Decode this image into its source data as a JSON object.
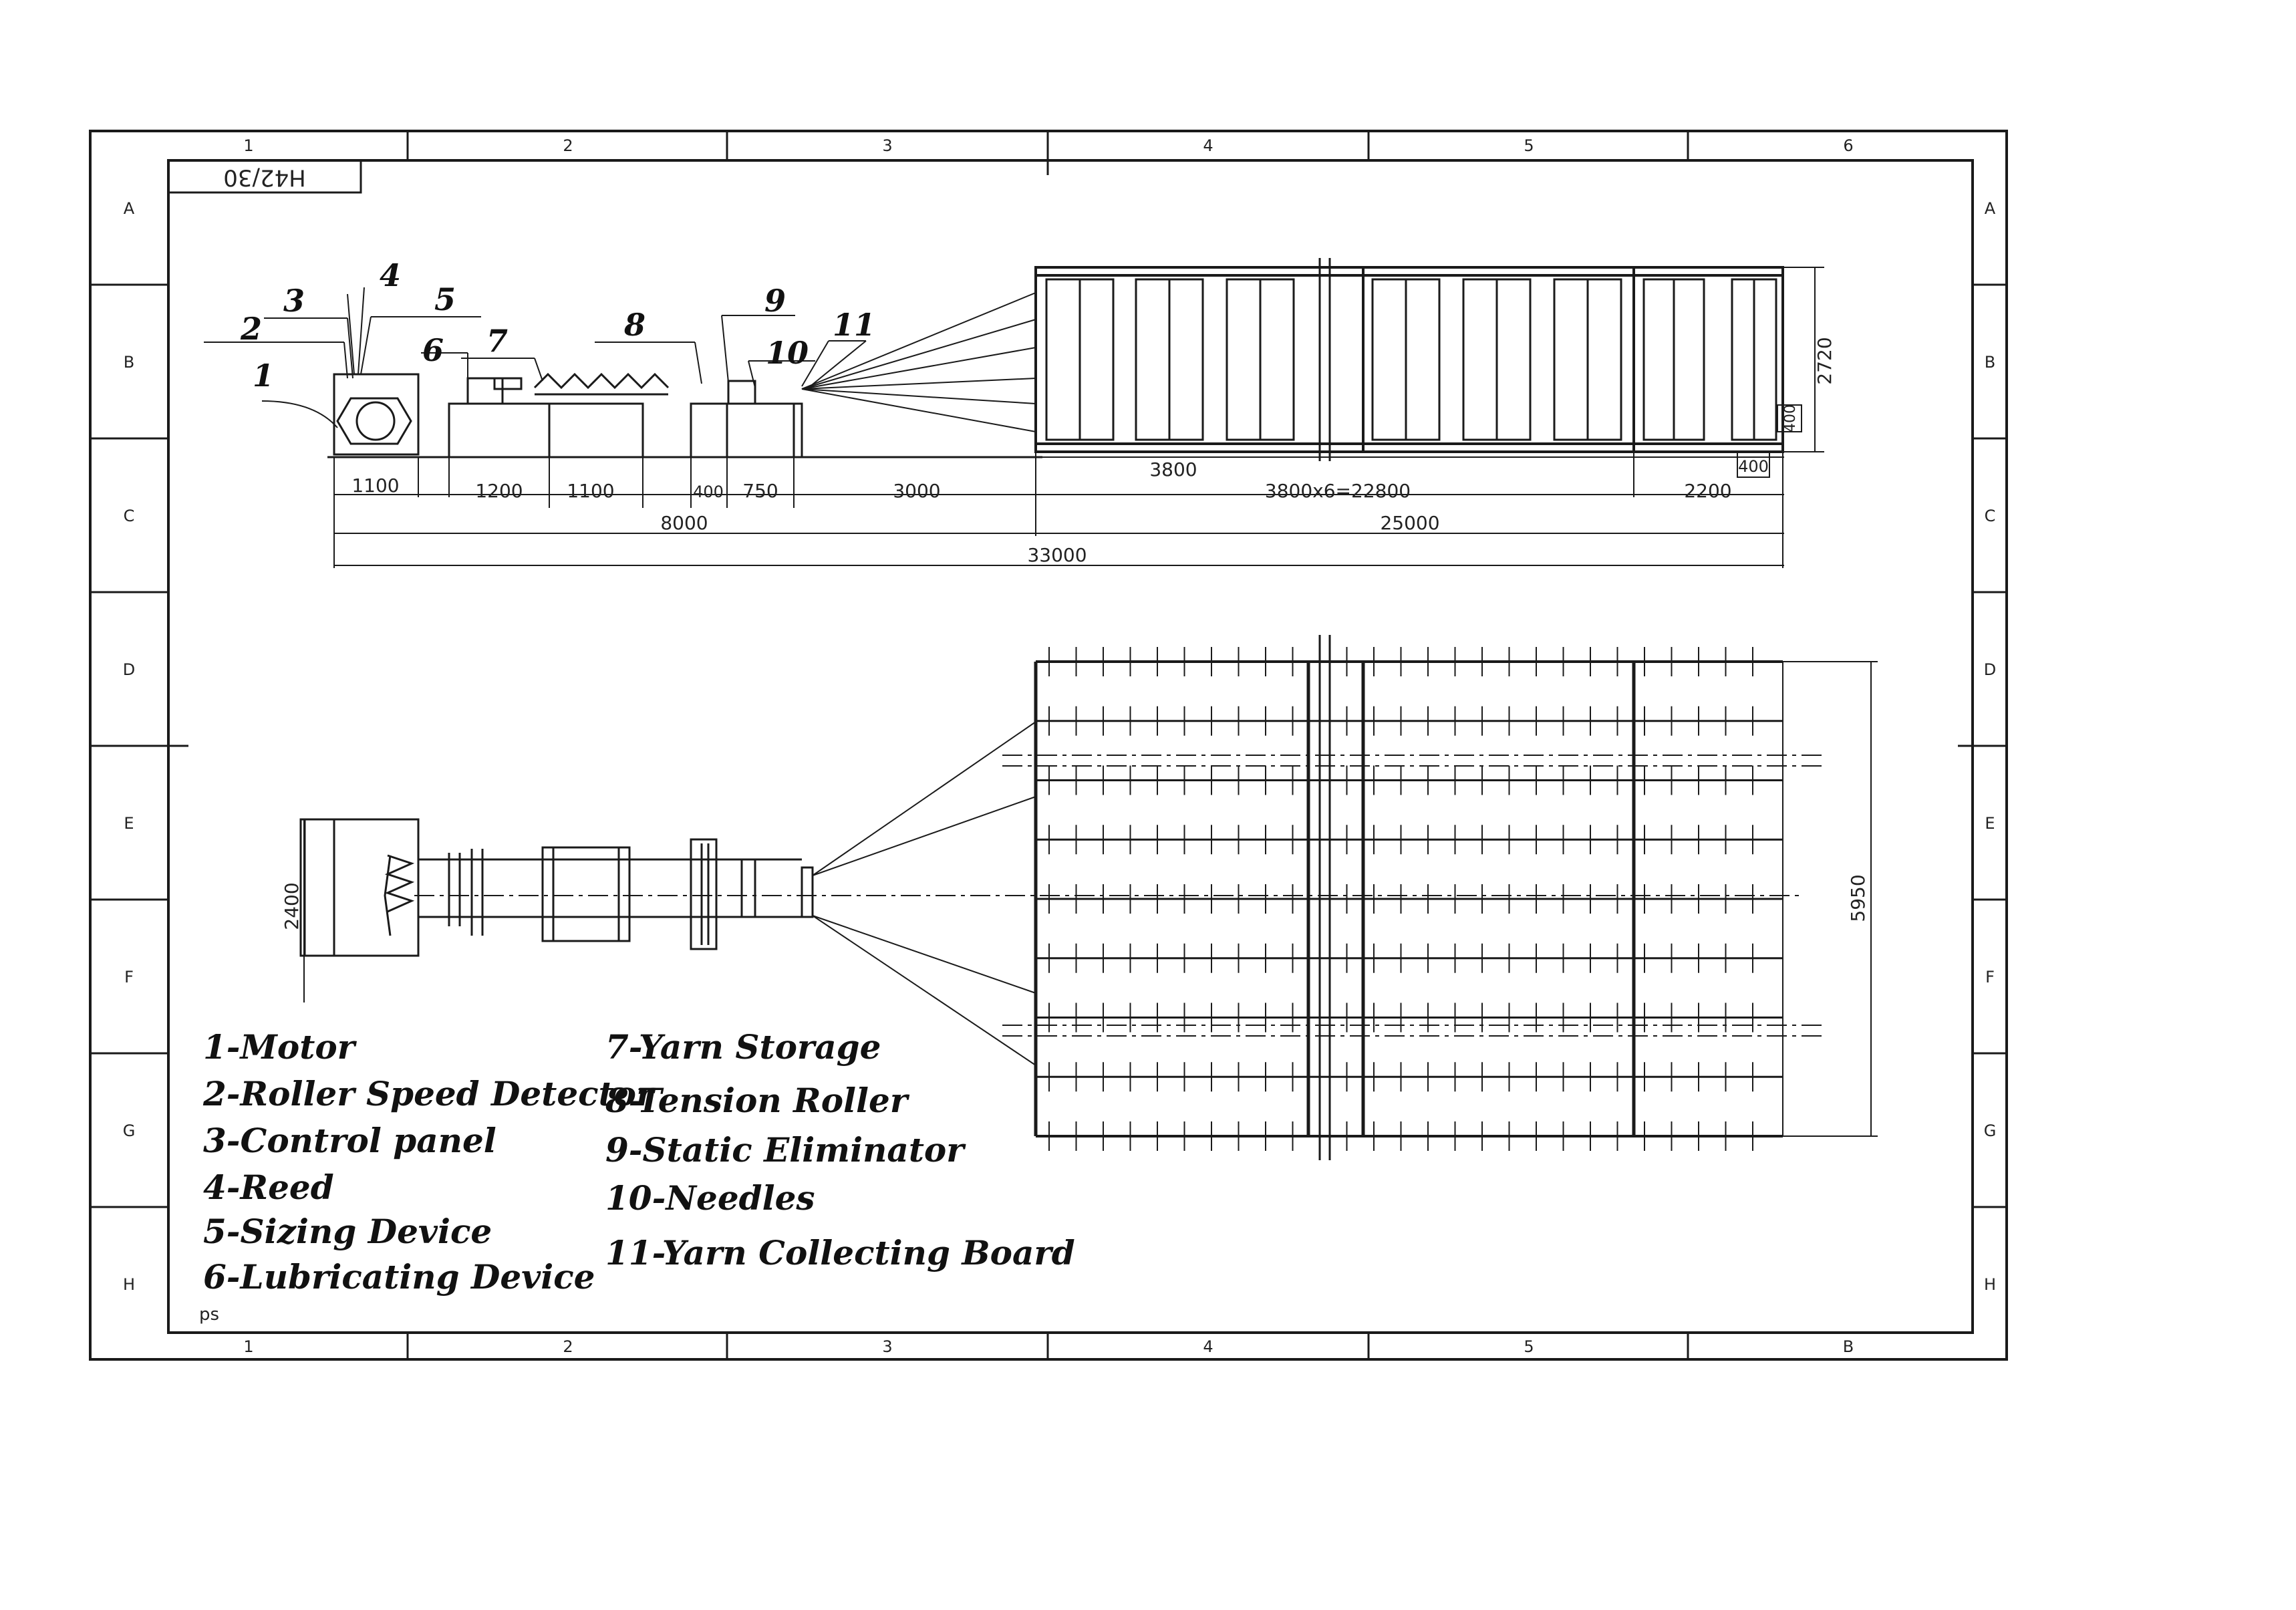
{
  "sheet": {
    "title_block": "H42/30",
    "column_labels": [
      "1",
      "2",
      "3",
      "4",
      "5",
      "6"
    ],
    "bottom_column_labels": [
      "1",
      "2",
      "3",
      "4",
      "5",
      "B"
    ],
    "row_labels": [
      "A",
      "B",
      "C",
      "D",
      "E",
      "F",
      "G",
      "H"
    ],
    "corner_mark": "ps"
  },
  "side_view": {
    "callouts": [
      "1",
      "2",
      "3",
      "4",
      "5",
      "6",
      "7",
      "8",
      "9",
      "10",
      "11"
    ],
    "dimensions": {
      "d1100a": "1100",
      "d1200": "1200",
      "d1100b": "1100",
      "d400a": "400",
      "d750": "750",
      "d3000": "3000",
      "d3800": "3800",
      "d3800x6": "3800x6=22800",
      "d2200": "2200",
      "d8000": "8000",
      "d25000": "25000",
      "d33000": "33000",
      "d2720": "2720",
      "d400b": "400",
      "d400c": "400"
    }
  },
  "plan_view": {
    "dimensions": {
      "d2400": "2400",
      "d5950": "5950"
    }
  },
  "legend": {
    "col1": [
      "1-Motor",
      "2-Roller Speed Detector",
      "3-Control panel",
      "4-Reed",
      "5-Sizing Device",
      "6-Lubricating Device"
    ],
    "col2": [
      "7-Yarn Storage",
      "8-Tension Roller",
      "9-Static Eliminator",
      "10-Needles",
      "11-Yarn Collecting Board"
    ]
  }
}
